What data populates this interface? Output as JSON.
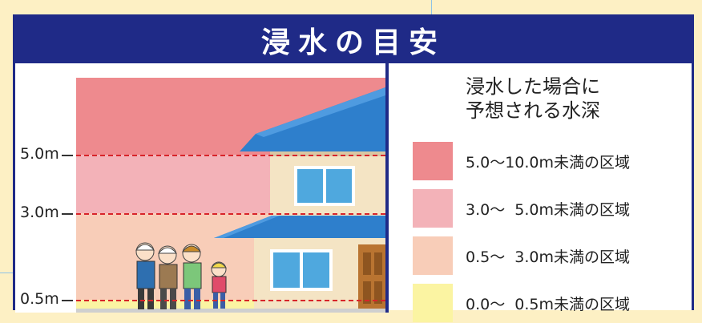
{
  "title": "浸水の目安",
  "legend": {
    "heading_line1": "浸水した場合に",
    "heading_line2": "予想される水深",
    "items": [
      {
        "label": "5.0〜10.0m未満の区域",
        "color": "#ee8a8e"
      },
      {
        "label": "3.0〜  5.0m未満の区域",
        "color": "#f3b2b8"
      },
      {
        "label": "0.5〜  3.0m未満の区域",
        "color": "#f8cdb8"
      },
      {
        "label": "0.0〜  0.5m未満の区域",
        "color": "#fbf4a2"
      }
    ]
  },
  "depth_markers": [
    {
      "label": "5.0m"
    },
    {
      "label": "3.0m"
    },
    {
      "label": "0.5m"
    }
  ],
  "colors": {
    "title_bg": "#1f2a87",
    "dashed_line": "#d8242a",
    "roof": "#2e7fcc",
    "wall": "#f4e4c4",
    "window": "#4fa8de",
    "door": "#b97431"
  },
  "icons": [
    "house-illustration",
    "family-evacuating-illustration"
  ]
}
